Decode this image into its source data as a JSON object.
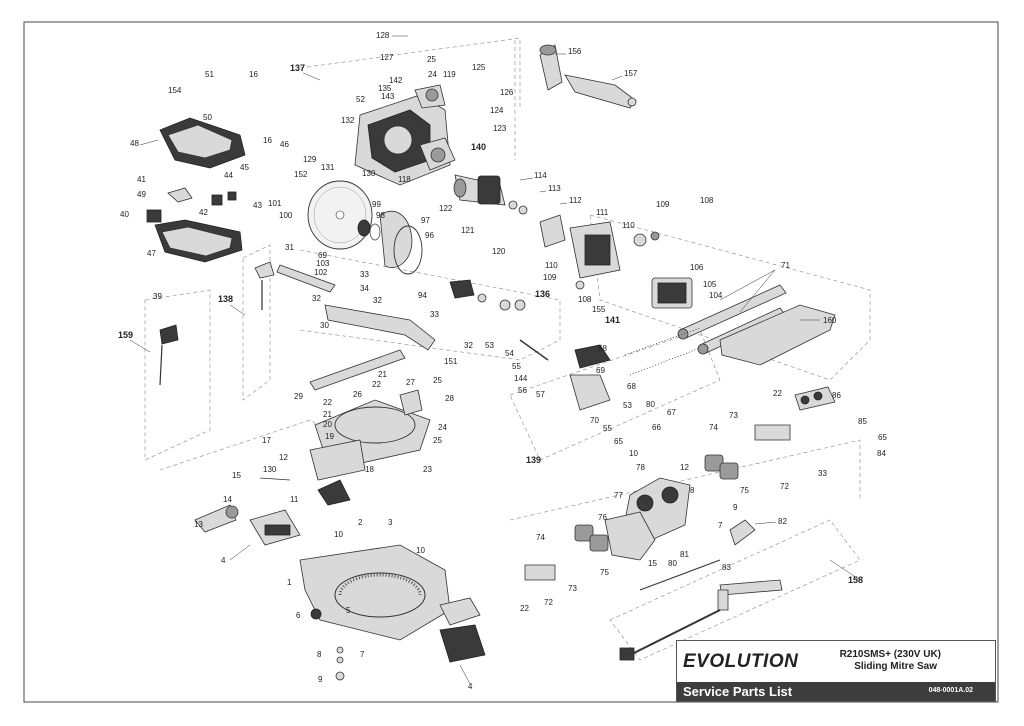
{
  "title_block": {
    "brand": "EVOLUTION",
    "model": "R210SMS+ (230V UK)",
    "description": "Sliding Mitre Saw",
    "document_title": "Service Parts List",
    "document_code": "048-0001A.02"
  },
  "callouts": [
    "128",
    "127",
    "25",
    "24",
    "119",
    "125",
    "126",
    "156",
    "157",
    "51",
    "16",
    "154",
    "137",
    "142",
    "135",
    "52",
    "143",
    "132",
    "50",
    "124",
    "123",
    "48",
    "16",
    "46",
    "129",
    "131",
    "130",
    "140",
    "118",
    "45",
    "44",
    "152",
    "41",
    "49",
    "43",
    "101",
    "42",
    "100",
    "99",
    "98",
    "97",
    "96",
    "69",
    "114",
    "113",
    "112",
    "111",
    "122",
    "121",
    "120",
    "110",
    "109",
    "108",
    "40",
    "47",
    "31",
    "39",
    "103",
    "102",
    "33",
    "34",
    "32",
    "32",
    "94",
    "106",
    "109",
    "110",
    "108",
    "71",
    "105",
    "104",
    "136",
    "155",
    "141",
    "160",
    "159",
    "138",
    "30",
    "33",
    "53",
    "32",
    "151",
    "54",
    "58",
    "55",
    "144",
    "56",
    "69",
    "68",
    "29",
    "21",
    "22",
    "27",
    "25",
    "26",
    "28",
    "22",
    "21",
    "20",
    "19",
    "17",
    "24",
    "25",
    "23",
    "12",
    "130",
    "18",
    "15",
    "14",
    "11",
    "13",
    "139",
    "57",
    "70",
    "53",
    "80",
    "55",
    "67",
    "66",
    "65",
    "10",
    "22",
    "86",
    "85",
    "65",
    "84",
    "73",
    "74",
    "72",
    "33",
    "78",
    "12",
    "77",
    "8",
    "75",
    "9",
    "7",
    "82",
    "76",
    "2",
    "3",
    "10",
    "4",
    "1",
    "10",
    "6",
    "74",
    "75",
    "80",
    "15",
    "81",
    "83",
    "22",
    "72",
    "73",
    "158",
    "5",
    "7",
    "8",
    "9",
    "4"
  ]
}
